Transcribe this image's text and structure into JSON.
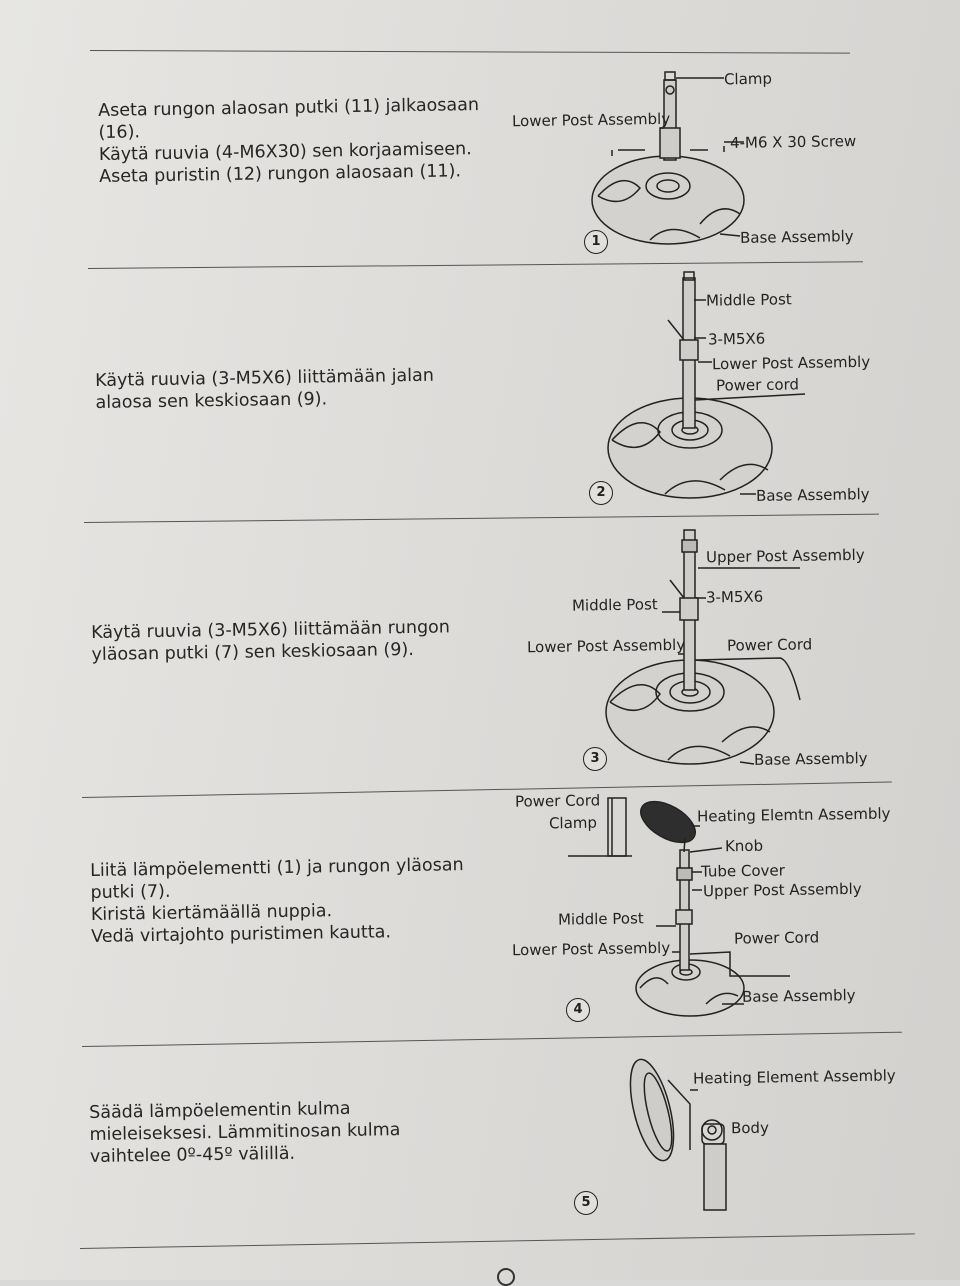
{
  "steps": [
    {
      "number": "1",
      "text": [
        "Aseta rungon alaosan putki (11) jalkaosaan",
        "(16).",
        "Käytä ruuvia (4-M6X30) sen korjaamiseen.",
        "Aseta puristin (12) rungon alaosaan (11)."
      ],
      "labels": {
        "clamp": "Clamp",
        "lower_post": "Lower Post Assembly",
        "screw": "4-M6 X 30 Screw",
        "base": "Base Assembly"
      }
    },
    {
      "number": "2",
      "text": [
        "Käytä ruuvia (3-M5X6) liittämään jalan",
        "alaosa sen keskiosaan (9)."
      ],
      "labels": {
        "middle_post": "Middle Post",
        "screw": "3-M5X6",
        "lower_post": "Lower Post Assembly",
        "power_cord": "Power cord",
        "base": "Base Assembly"
      }
    },
    {
      "number": "3",
      "text": [
        "Käytä ruuvia (3-M5X6) liittämään rungon",
        "yläosan putki (7) sen keskiosaan (9)."
      ],
      "labels": {
        "upper_post": "Upper Post Assembly",
        "screw": "3-M5X6",
        "middle_post": "Middle Post",
        "lower_post": "Lower Post Assembly",
        "power_cord": "Power Cord",
        "base": "Base Assembly"
      }
    },
    {
      "number": "4",
      "text": [
        "Liitä lämpöelementti (1) ja rungon yläosan",
        "putki (7).",
        "Kiristä kiertämäällä nuppia.",
        "Vedä virtajohto puristimen kautta."
      ],
      "labels": {
        "power_cord_top": "Power Cord",
        "clamp": "Clamp",
        "heating": "Heating Elemtn Assembly",
        "knob": "Knob",
        "tube_cover": "Tube Cover",
        "upper_post": "Upper Post Assembly",
        "middle_post": "Middle Post",
        "lower_post": "Lower Post Assembly",
        "power_cord": "Power Cord",
        "base": "Base Assembly"
      }
    },
    {
      "number": "5",
      "text": [
        "Säädä lämpöelementin kulma",
        "mieleiseksesi. Lämmitinosan kulma",
        "vaihtelee 0º-45º välillä."
      ],
      "labels": {
        "heating": "Heating Element Assembly",
        "body": "Body"
      }
    }
  ]
}
